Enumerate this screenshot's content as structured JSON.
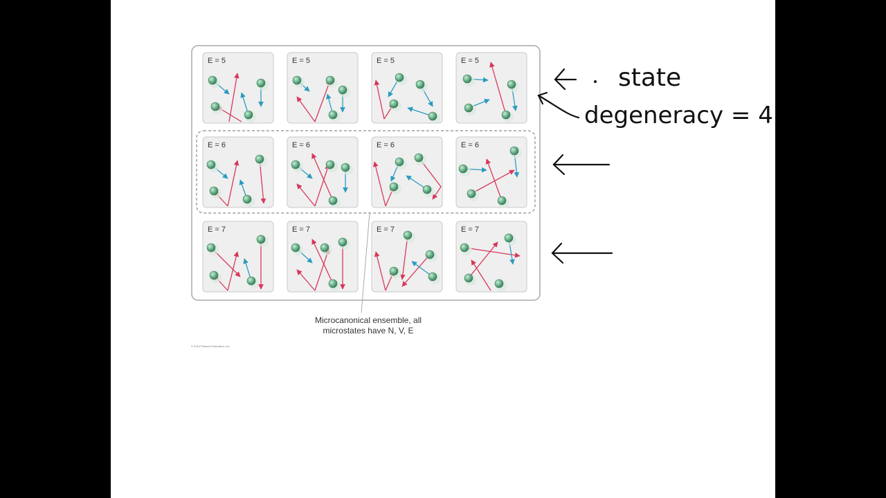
{
  "rows": [
    {
      "label": "E = 5",
      "cells": 4
    },
    {
      "label": "E = 6",
      "cells": 4
    },
    {
      "label": "E = 7",
      "cells": 4
    }
  ],
  "caption": {
    "line1": "Microcanonical ensemble, all",
    "line2": "microstates have N, V, E"
  },
  "copyright": "© 2014 Pearson Education, Inc.",
  "annotations": {
    "state": "state",
    "degeneracy": "degeneracy = 4"
  },
  "colors": {
    "particle": "#5fa882",
    "red_arrow": "#d8375a",
    "blue_arrow": "#2c9bc0",
    "cell_bg": "#efefef",
    "cell_border": "#c9c9c9"
  }
}
